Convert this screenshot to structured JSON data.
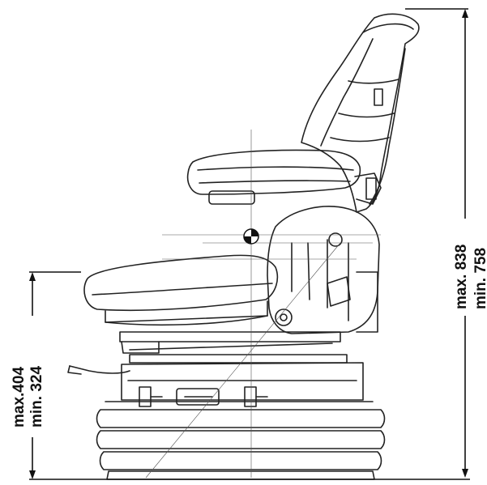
{
  "dimensions": {
    "seat_height": {
      "max": "max.404",
      "min": "min. 324"
    },
    "overall_height": {
      "max": "max. 838",
      "min": "min. 758"
    }
  },
  "colors": {
    "line": "#111111",
    "background": "#ffffff"
  }
}
